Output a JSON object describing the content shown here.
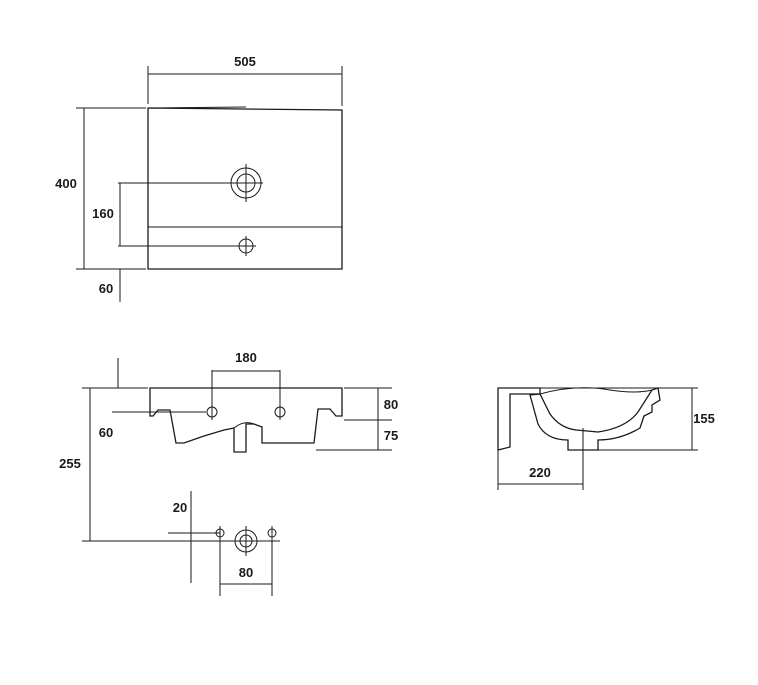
{
  "top_view": {
    "width_label": "505",
    "height_label": "400",
    "hole_spacing_label": "160",
    "offset_label": "60"
  },
  "front_view": {
    "hole_spacing_label": "180",
    "rim_label": "80",
    "bowl_label": "75",
    "offset_label": "60",
    "total_height_label": "255"
  },
  "drain_detail": {
    "offset_label": "20",
    "spacing_label": "80"
  },
  "side_view": {
    "depth_label": "155",
    "drain_label": "220"
  }
}
